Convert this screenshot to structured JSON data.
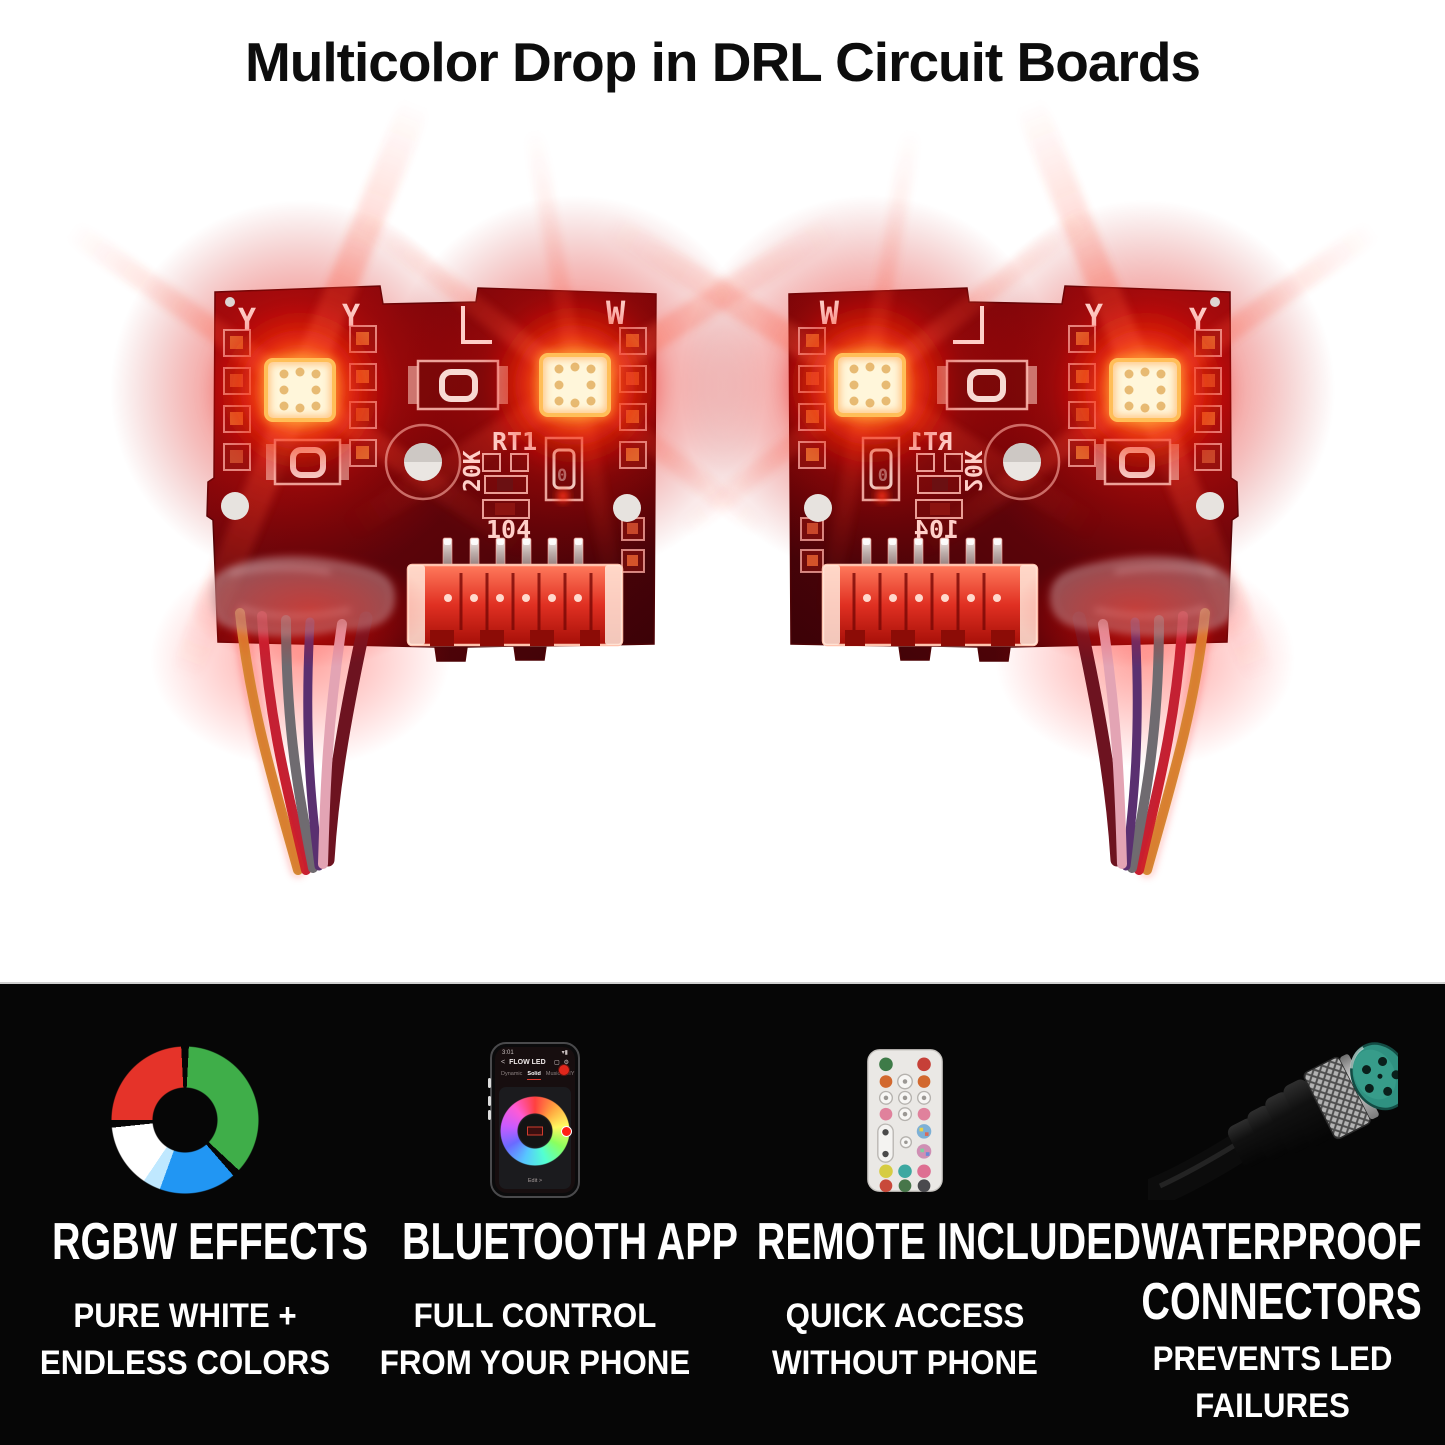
{
  "header": {
    "title": "Multicolor Drop in DRL Circuit Boards"
  },
  "board_silkscreen": {
    "y_left": "Y",
    "y_mid": "Y",
    "l_mark": "L",
    "w_mark": "W",
    "rt1": "RT1",
    "resistor_value": "20K",
    "cap_value": "104",
    "zero": "0"
  },
  "phone_app": {
    "time": "3:01",
    "screen_title": "FLOW LED",
    "back_chevron": "<",
    "tabs": [
      "Dynamic",
      "Solid",
      "Music",
      "DIY"
    ],
    "active_tab": "Solid",
    "edit_label": "Edit >"
  },
  "features": [
    {
      "id": "rgbw-effects",
      "icon": "rgbw-color-wheel-icon",
      "title_lines": [
        "RGBW EFFECTS"
      ],
      "subtitle_lines": [
        "PURE WHITE +",
        "ENDLESS COLORS"
      ]
    },
    {
      "id": "bluetooth-app",
      "icon": "phone-app-icon",
      "title_lines": [
        "BLUETOOTH APP"
      ],
      "subtitle_lines": [
        "FULL CONTROL",
        "FROM YOUR PHONE"
      ]
    },
    {
      "id": "remote-included",
      "icon": "remote-control-icon",
      "title_lines": [
        "REMOTE INCLUDED"
      ],
      "subtitle_lines": [
        "QUICK ACCESS",
        "WITHOUT PHONE"
      ]
    },
    {
      "id": "waterproof-connectors",
      "icon": "waterproof-connector-icon",
      "title_lines": [
        "WATERPROOF",
        "CONNECTORS"
      ],
      "subtitle_lines": [
        "PREVENTS LED",
        "FAILURES"
      ]
    }
  ],
  "colors": {
    "accent_red": "#e53329",
    "accent_green": "#3fae49",
    "accent_blue": "#2196f3",
    "pcb_red": "#7a060a",
    "bar_background": "#060606",
    "background": "#ffffff"
  }
}
